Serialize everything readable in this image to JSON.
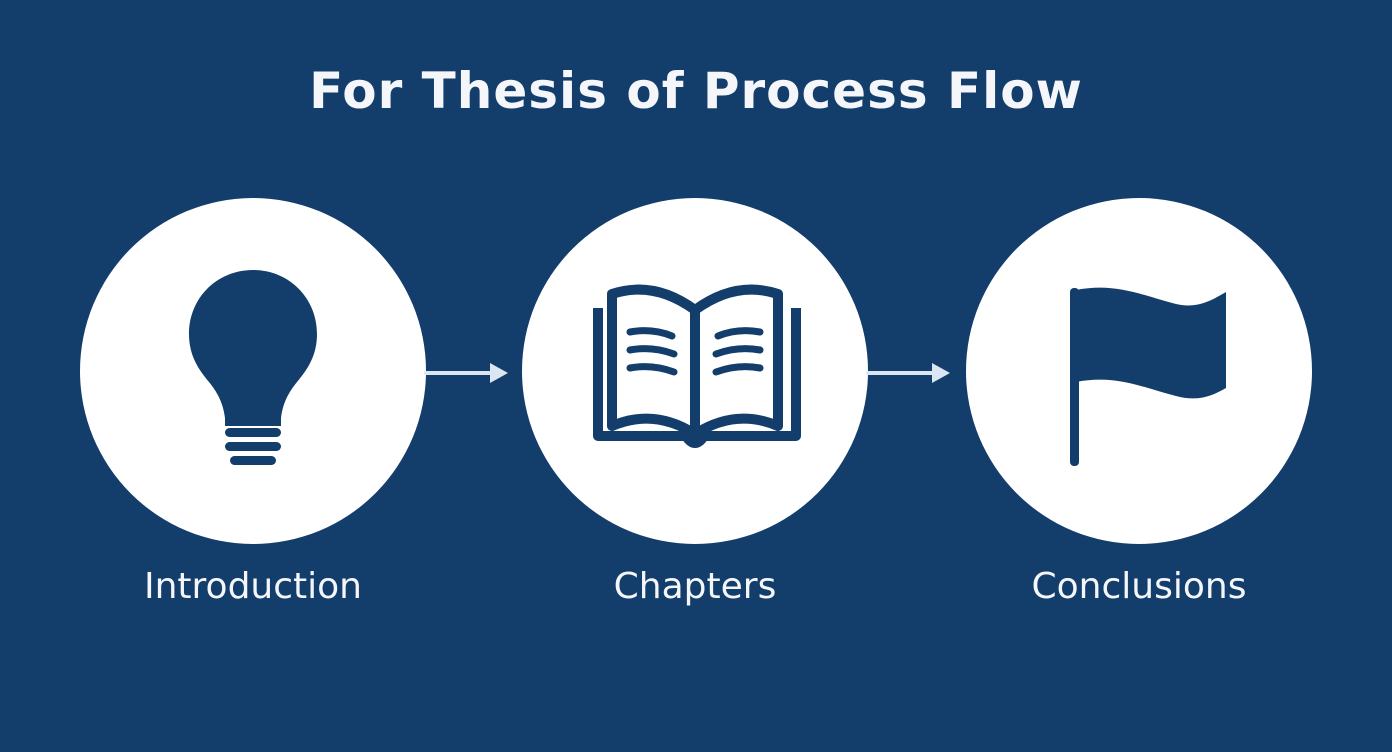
{
  "title": "For Thesis of Process Flow",
  "colors": {
    "background": "#133d6b",
    "circle": "#ffffff",
    "icon": "#133d6b",
    "text": "#f4f6fa",
    "arrow": "#dce6f2"
  },
  "steps": [
    {
      "label": "Introduction",
      "icon": "lightbulb-icon"
    },
    {
      "label": "Chapters",
      "icon": "open-book-icon"
    },
    {
      "label": "Conclusions",
      "icon": "flag-icon"
    }
  ],
  "connectors": [
    {
      "from": "Introduction",
      "to": "Chapters",
      "icon": "arrow-right-icon"
    },
    {
      "from": "Chapters",
      "to": "Conclusions",
      "icon": "arrow-right-icon"
    }
  ]
}
